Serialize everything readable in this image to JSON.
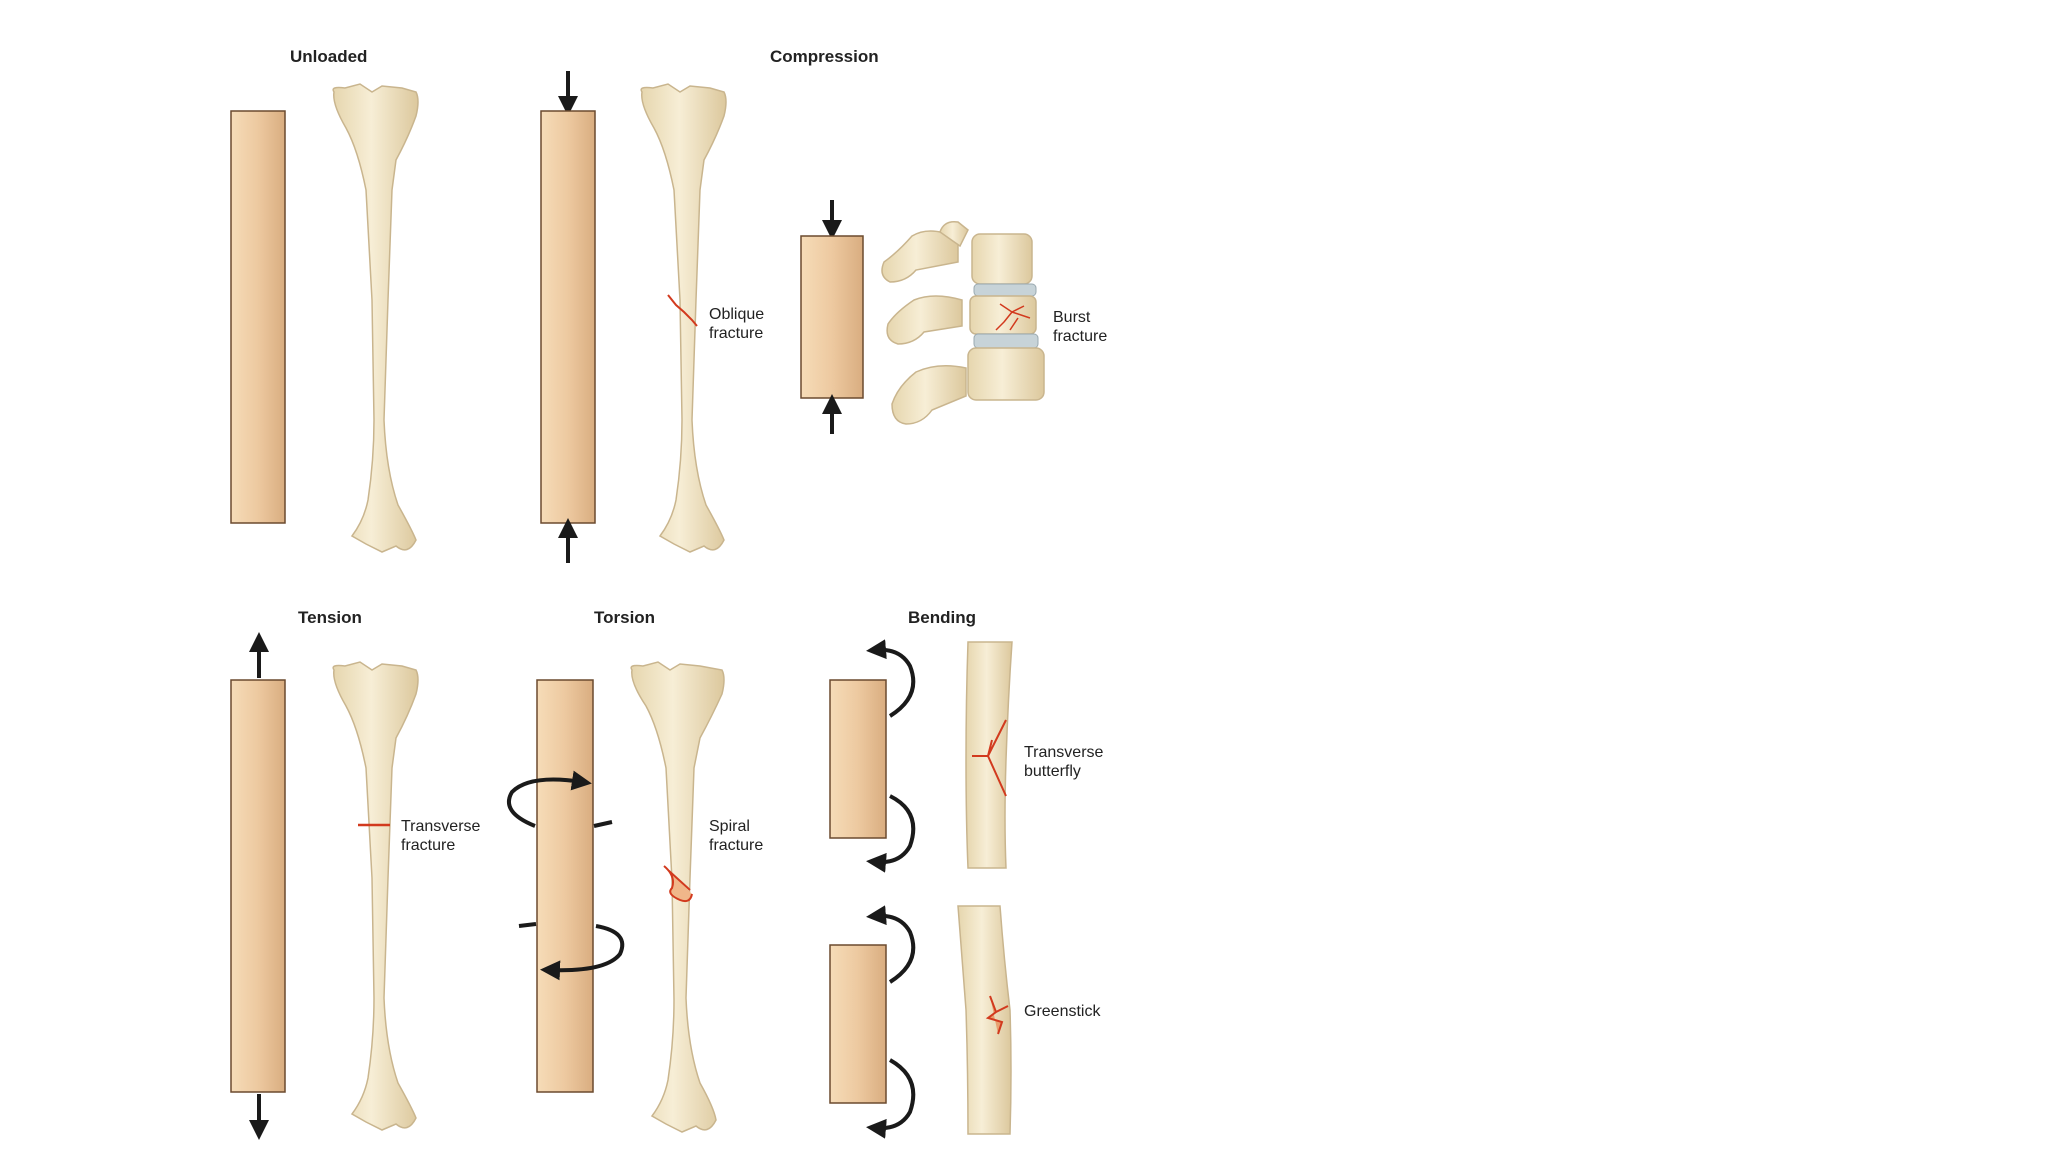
{
  "headings": {
    "unloaded": "Unloaded",
    "compression": "Compression",
    "tension": "Tension",
    "torsion": "Torsion",
    "bending": "Bending"
  },
  "labels": {
    "oblique": [
      "Oblique",
      "fracture"
    ],
    "burst": [
      "Burst",
      "fracture"
    ],
    "transverse": [
      "Transverse",
      "fracture"
    ],
    "spiral": [
      "Spiral",
      "fracture"
    ],
    "butterfly": [
      "Transverse",
      "butterfly"
    ],
    "greenstick": [
      "Greenstick"
    ]
  },
  "colors": {
    "block_fill": "#ecc9a0",
    "block_stroke": "#6b4a2f",
    "bone_fill": "#f2e6c6",
    "bone_stroke": "#c9b58e",
    "fracture_line": "#d23a1e",
    "arrow": "#1a1a1a",
    "disc": "#c7d3d8"
  }
}
